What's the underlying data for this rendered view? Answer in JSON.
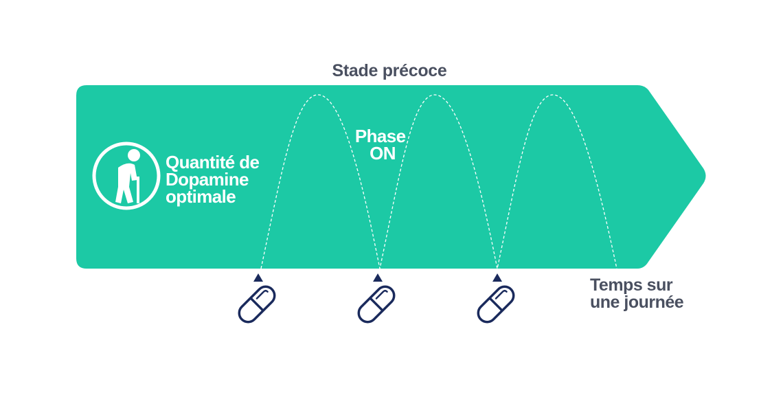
{
  "diagram": {
    "title": "Stade précoce",
    "side_label": [
      "Quantité de",
      "Dopamine",
      "optimale"
    ],
    "phase_label": [
      "Phase",
      "ON"
    ],
    "axis_label": [
      "Temps sur",
      "une journée"
    ],
    "pill_count": 3,
    "wave_peaks": 3,
    "icons": {
      "person": "elderly-person-with-cane-icon",
      "pill": "capsule-pill-icon",
      "marker": "triangle-up-icon"
    },
    "colors": {
      "band": "#1cc9a5",
      "title": "#4a5060",
      "axis_text": "#4a5060",
      "white": "#ffffff",
      "pill_outline": "#1a2a5c"
    }
  }
}
